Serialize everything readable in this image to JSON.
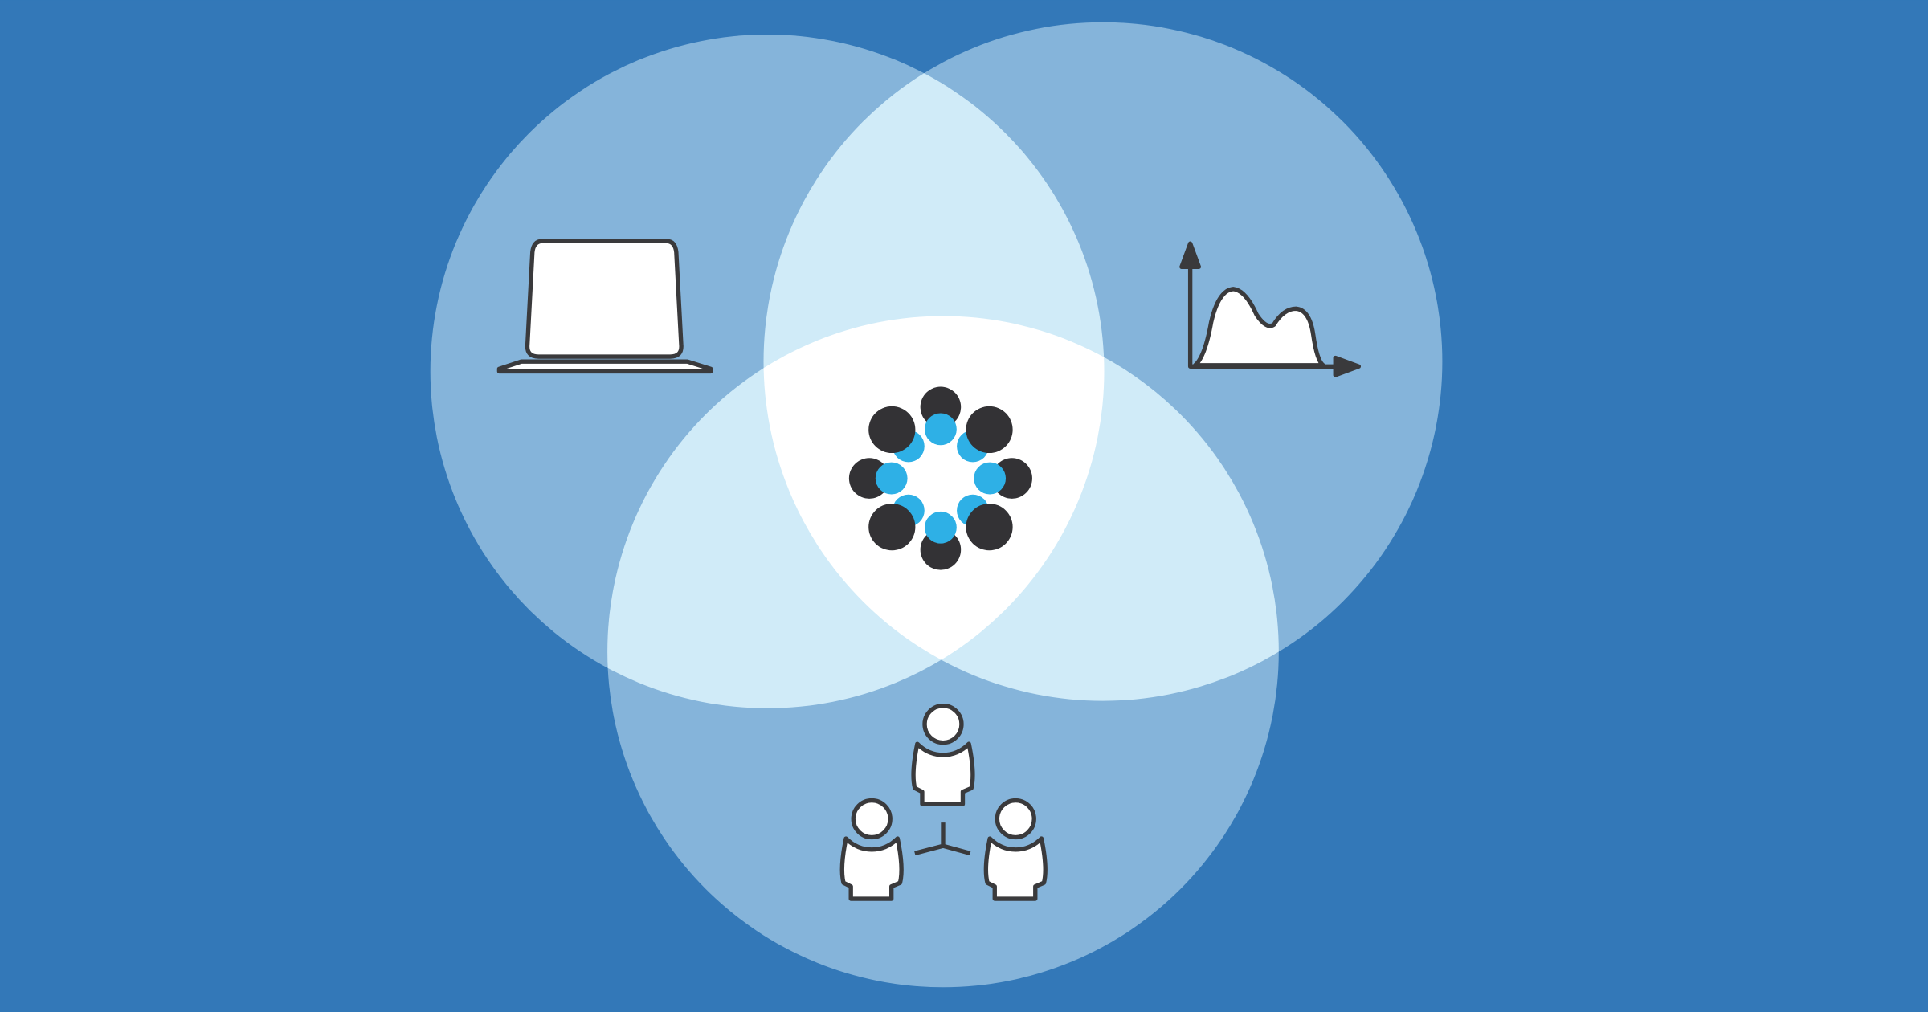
{
  "diagram": {
    "type": "venn",
    "sets": [
      {
        "id": "left",
        "icon": "laptop-icon"
      },
      {
        "id": "right",
        "icon": "distribution-chart-icon"
      },
      {
        "id": "bottom",
        "icon": "people-group-icon"
      }
    ],
    "center_icon": "molecule-ring-icon"
  },
  "colors": {
    "background": "#3378b8",
    "single_region": "#85b4da",
    "double_overlap": "#d0ebf8",
    "triple_overlap": "#ffffff",
    "icon_stroke": "#3a3a3c",
    "icon_fill": "#ffffff",
    "accent_dot": "#2eb0e6",
    "dark_dot": "#333235"
  }
}
